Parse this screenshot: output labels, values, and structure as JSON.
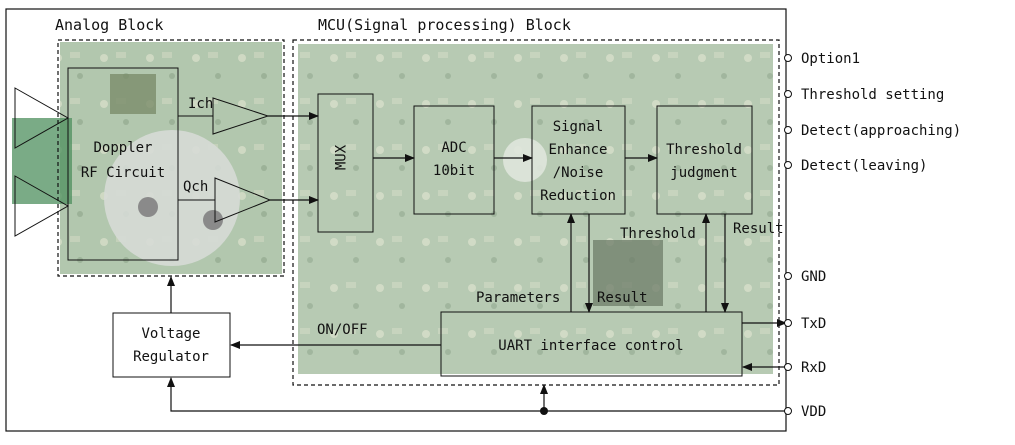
{
  "blocks": {
    "analog_title": "Analog Block",
    "mcu_title": "MCU(Signal processing) Block",
    "doppler": [
      "Doppler",
      "RF Circuit"
    ],
    "ich": "Ich",
    "qch": "Qch",
    "mux": "MUX",
    "adc": [
      "ADC",
      "10bit"
    ],
    "signal": [
      "Signal",
      "Enhance",
      "/Noise",
      "Reduction"
    ],
    "threshold_judgment": [
      "Threshold",
      "judgment"
    ],
    "uart": "UART interface control",
    "voltage_regulator": [
      "Voltage",
      "Regulator"
    ]
  },
  "arrows": {
    "threshold": "Threshold",
    "result_right": "Result",
    "parameters": "Parameters",
    "result_mid": "Result",
    "on_off": "ON/OFF"
  },
  "pins": [
    "Option1",
    "Threshold setting",
    "Detect(approaching)",
    "Detect(leaving)",
    "GND",
    "TxD",
    "RxD",
    "VDD"
  ],
  "colors": {
    "pcb_green": "#9fb89a",
    "line": "#111111"
  }
}
